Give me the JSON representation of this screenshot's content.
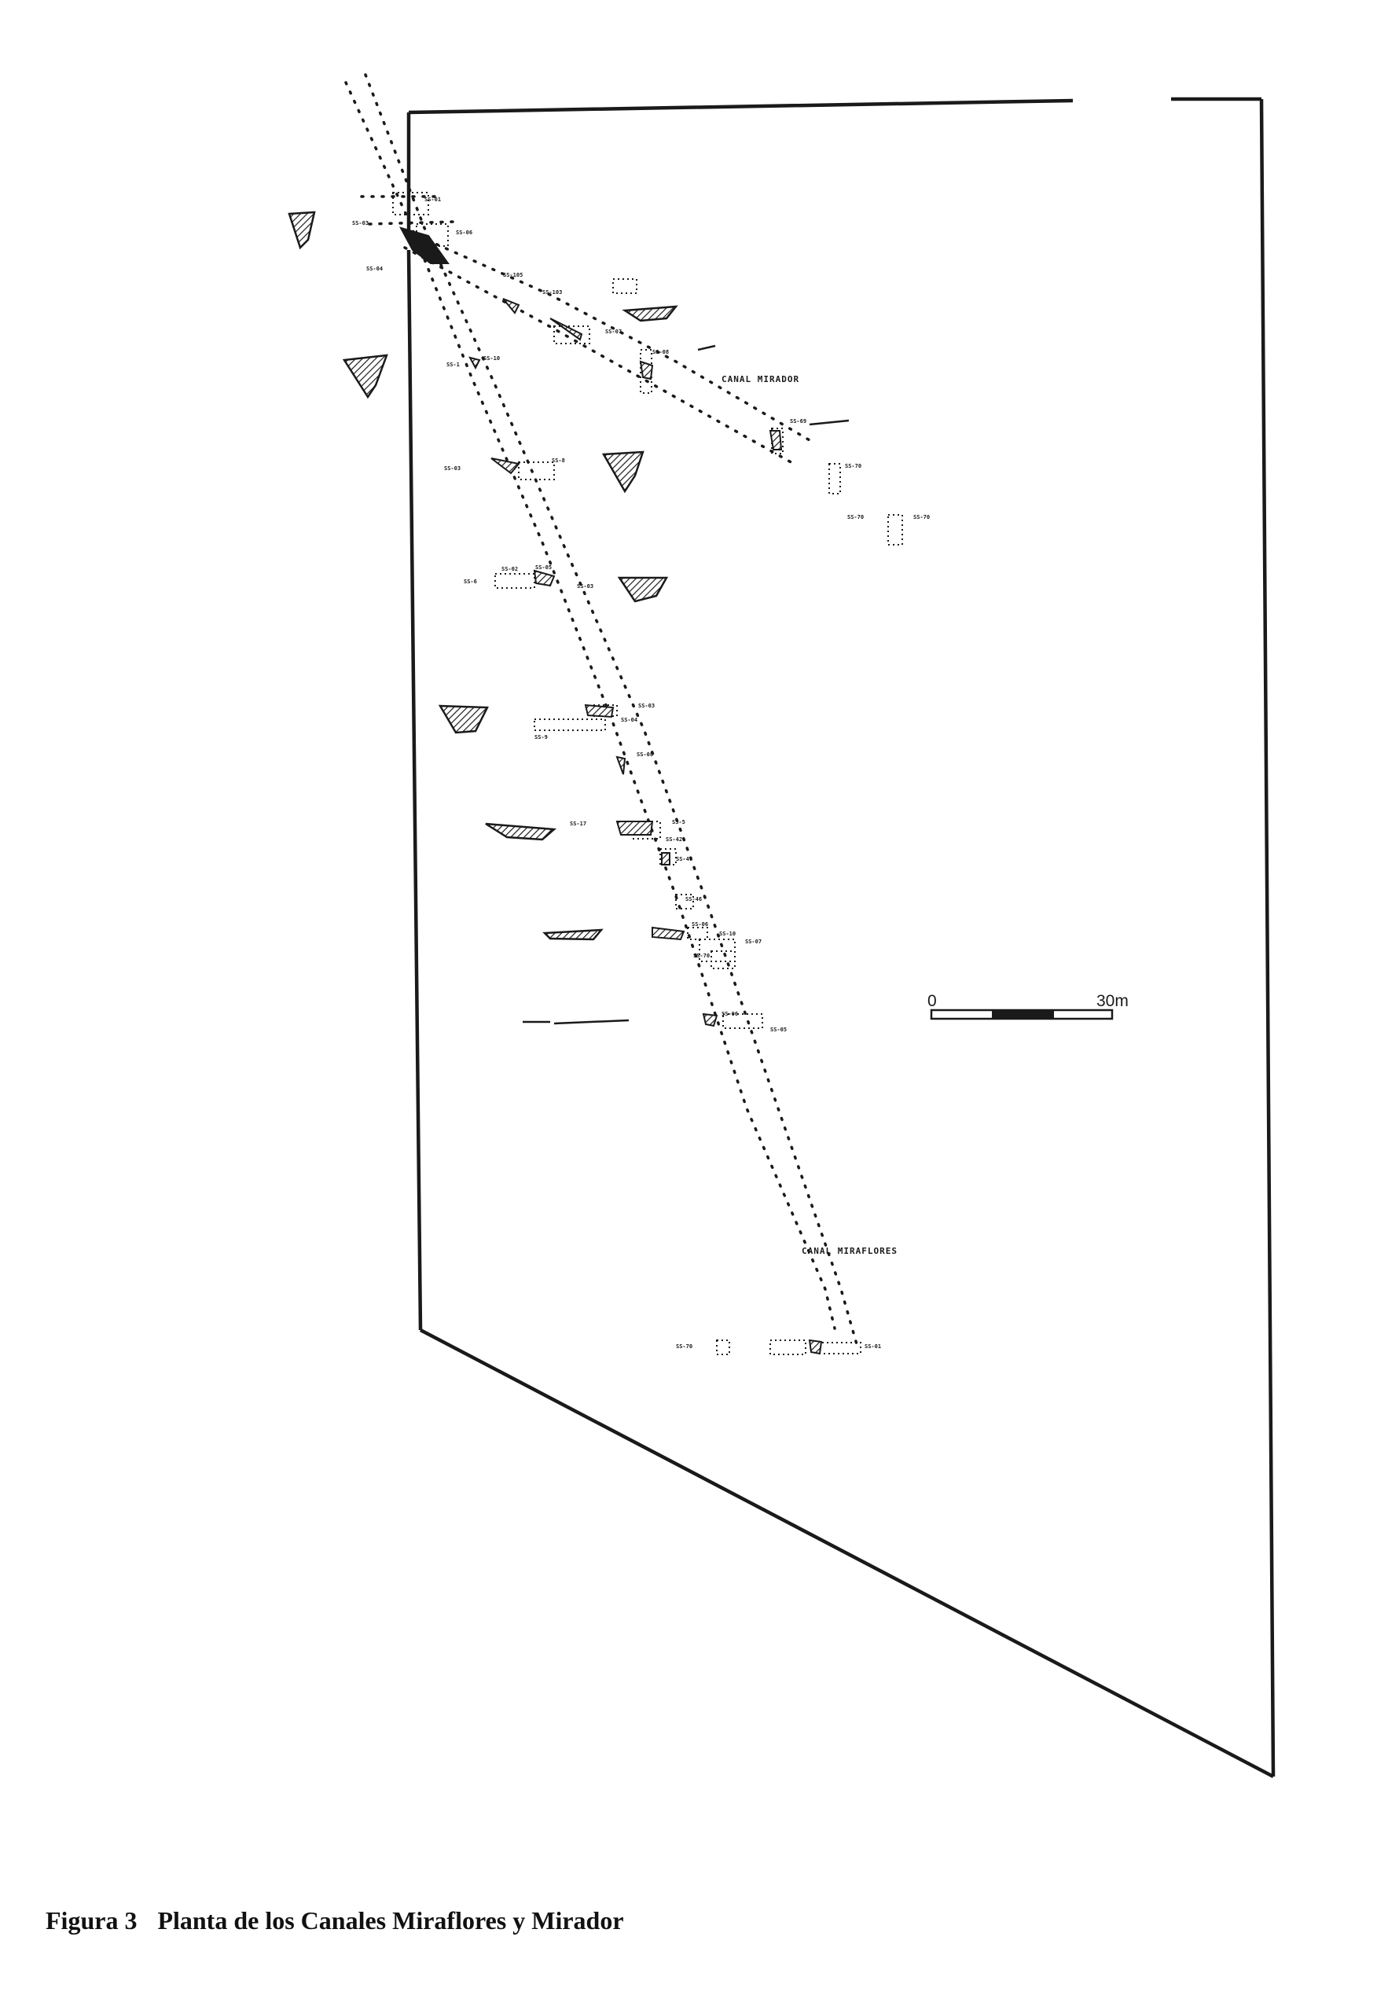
{
  "map": {
    "canals": [
      {
        "id": "mirador",
        "label": "CANAL MIRADOR"
      },
      {
        "id": "miraflores",
        "label": "CANAL MIRAFLORES"
      }
    ],
    "lot_labels": [
      "SS-01",
      "SS-03",
      "SS-06",
      "SS-04",
      "SS-105",
      "SS-103",
      "SS-07",
      "SS-08",
      "SS-10",
      "SS-1",
      "SS-03",
      "SS-8",
      "SS-69",
      "SS-70",
      "SS-70",
      "SS-70",
      "SS-02",
      "SS-6",
      "SS-05",
      "SS-03",
      "SS-03",
      "SS-04",
      "SS-9",
      "SS-08",
      "SS-17",
      "SS-5",
      "SS-42",
      "SS-47",
      "SS-46",
      "SS-06",
      "SS-10",
      "SS-07",
      "SS-70",
      "SS-06",
      "SS-05",
      "SS-70",
      "SS-01"
    ],
    "scale_bar": {
      "start_label": "0",
      "end_label": "30m"
    },
    "colors": {
      "ink": "#1a1a1a",
      "background": "#ffffff"
    }
  },
  "caption": {
    "number": "Figura 3",
    "text": "Planta de los Canales Miraflores y Mirador"
  }
}
